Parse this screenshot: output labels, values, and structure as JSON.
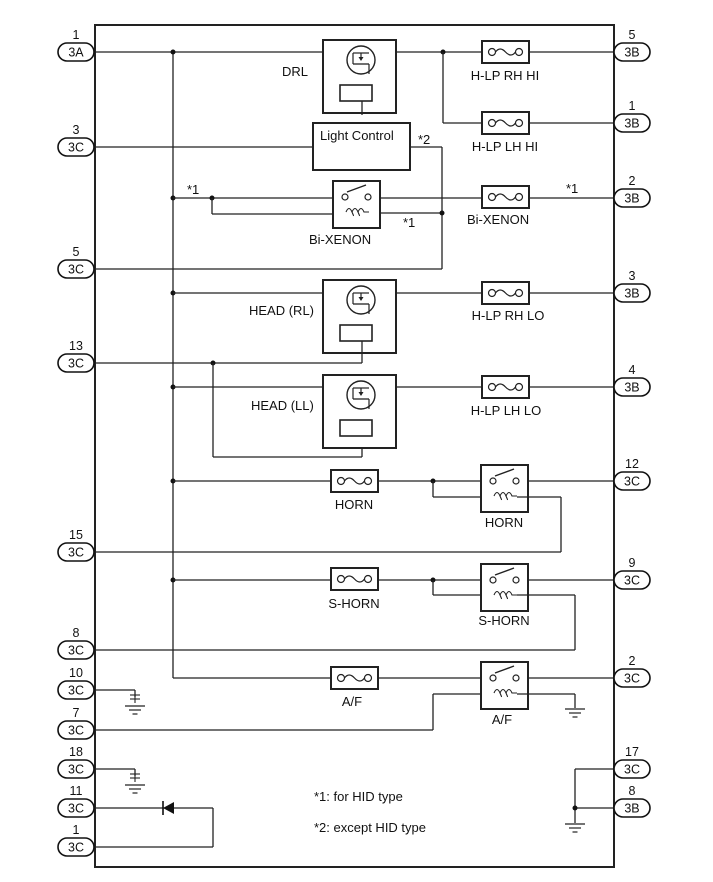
{
  "title": "Engine Room Relay Block Internal Circuit",
  "left_connectors": [
    {
      "pin": "1",
      "conn": "3A"
    },
    {
      "pin": "3",
      "conn": "3C"
    },
    {
      "pin": "5",
      "conn": "3C"
    },
    {
      "pin": "13",
      "conn": "3C"
    },
    {
      "pin": "15",
      "conn": "3C"
    },
    {
      "pin": "8",
      "conn": "3C"
    },
    {
      "pin": "10",
      "conn": "3C"
    },
    {
      "pin": "7",
      "conn": "3C"
    },
    {
      "pin": "18",
      "conn": "3C"
    },
    {
      "pin": "11",
      "conn": "3C"
    },
    {
      "pin": "1",
      "conn": "3C"
    }
  ],
  "right_connectors": [
    {
      "pin": "5",
      "conn": "3B"
    },
    {
      "pin": "1",
      "conn": "3B"
    },
    {
      "pin": "2",
      "conn": "3B"
    },
    {
      "pin": "3",
      "conn": "3B"
    },
    {
      "pin": "4",
      "conn": "3B"
    },
    {
      "pin": "12",
      "conn": "3C"
    },
    {
      "pin": "9",
      "conn": "3C"
    },
    {
      "pin": "2",
      "conn": "3C"
    },
    {
      "pin": "17",
      "conn": "3C"
    },
    {
      "pin": "8",
      "conn": "3B"
    }
  ],
  "relays": {
    "drl": "DRL",
    "light_control": "Light Control",
    "bi_xenon": "Bi-XENON",
    "head_rl": "HEAD (RL)",
    "head_ll": "HEAD (LL)",
    "horn": "HORN",
    "s_horn": "S-HORN",
    "af": "A/F"
  },
  "fuses": {
    "hlp_rh_hi": "H-LP RH HI",
    "hlp_lh_hi": "H-LP LH HI",
    "bi_xenon": "Bi-XENON",
    "hlp_rh_lo": "H-LP RH LO",
    "hlp_lh_lo": "H-LP LH LO",
    "horn": "HORN",
    "s_horn": "S-HORN",
    "af": "A/F"
  },
  "marks": {
    "star1": "*1",
    "star2": "*2"
  },
  "notes": [
    "*1: for HID type",
    "*2: except HID type"
  ]
}
